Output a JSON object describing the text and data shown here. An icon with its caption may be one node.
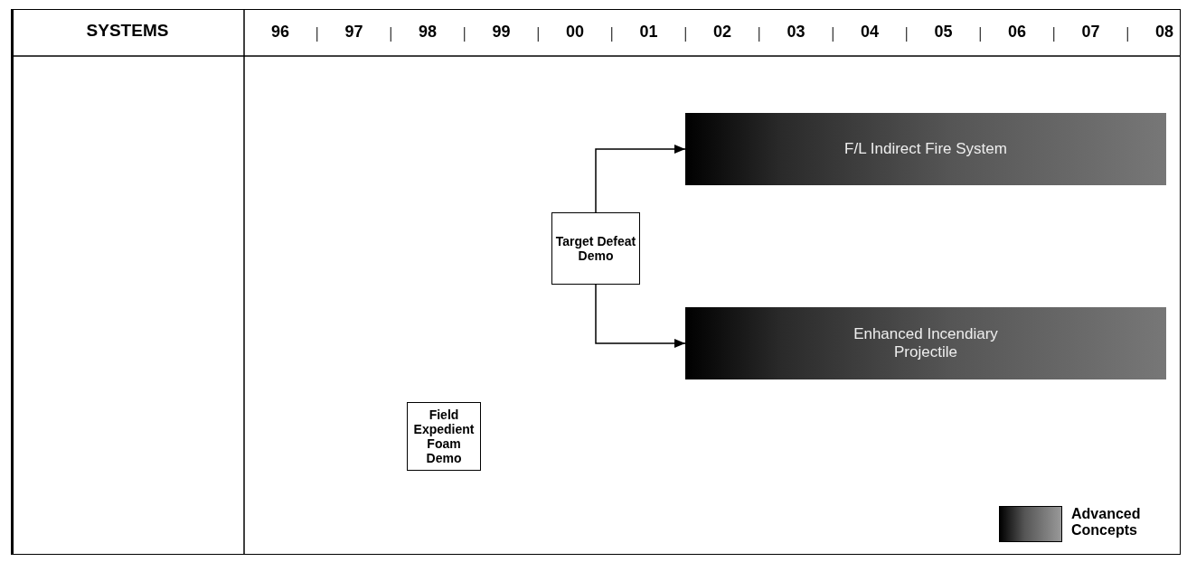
{
  "diagram": {
    "nodes": [
      {
        "text": [
          "Target Defeat Demo"
        ]
      },
      {
        "text": [
          "F/L Indirect Fire System"
        ]
      },
      {
        "text": [
          "Enhanced Incendiary Projectile"
        ]
      },
      {
        "text": [
          "Field Expedient Foam Demo"
        ]
      }
    ],
    "edges": [
      {
        "from": 0,
        "to": 1,
        "arrow": "to"
      },
      {
        "from": 0,
        "to": 2,
        "arrow": "to"
      }
    ],
    "labels": [
      "SYSTEMS",
      "96",
      "97",
      "98",
      "99",
      "00",
      "01",
      "02",
      "03",
      "04",
      "05",
      "06",
      "07",
      "08"
    ],
    "legend": [
      {
        "text": "Advanced Concepts"
      }
    ]
  }
}
